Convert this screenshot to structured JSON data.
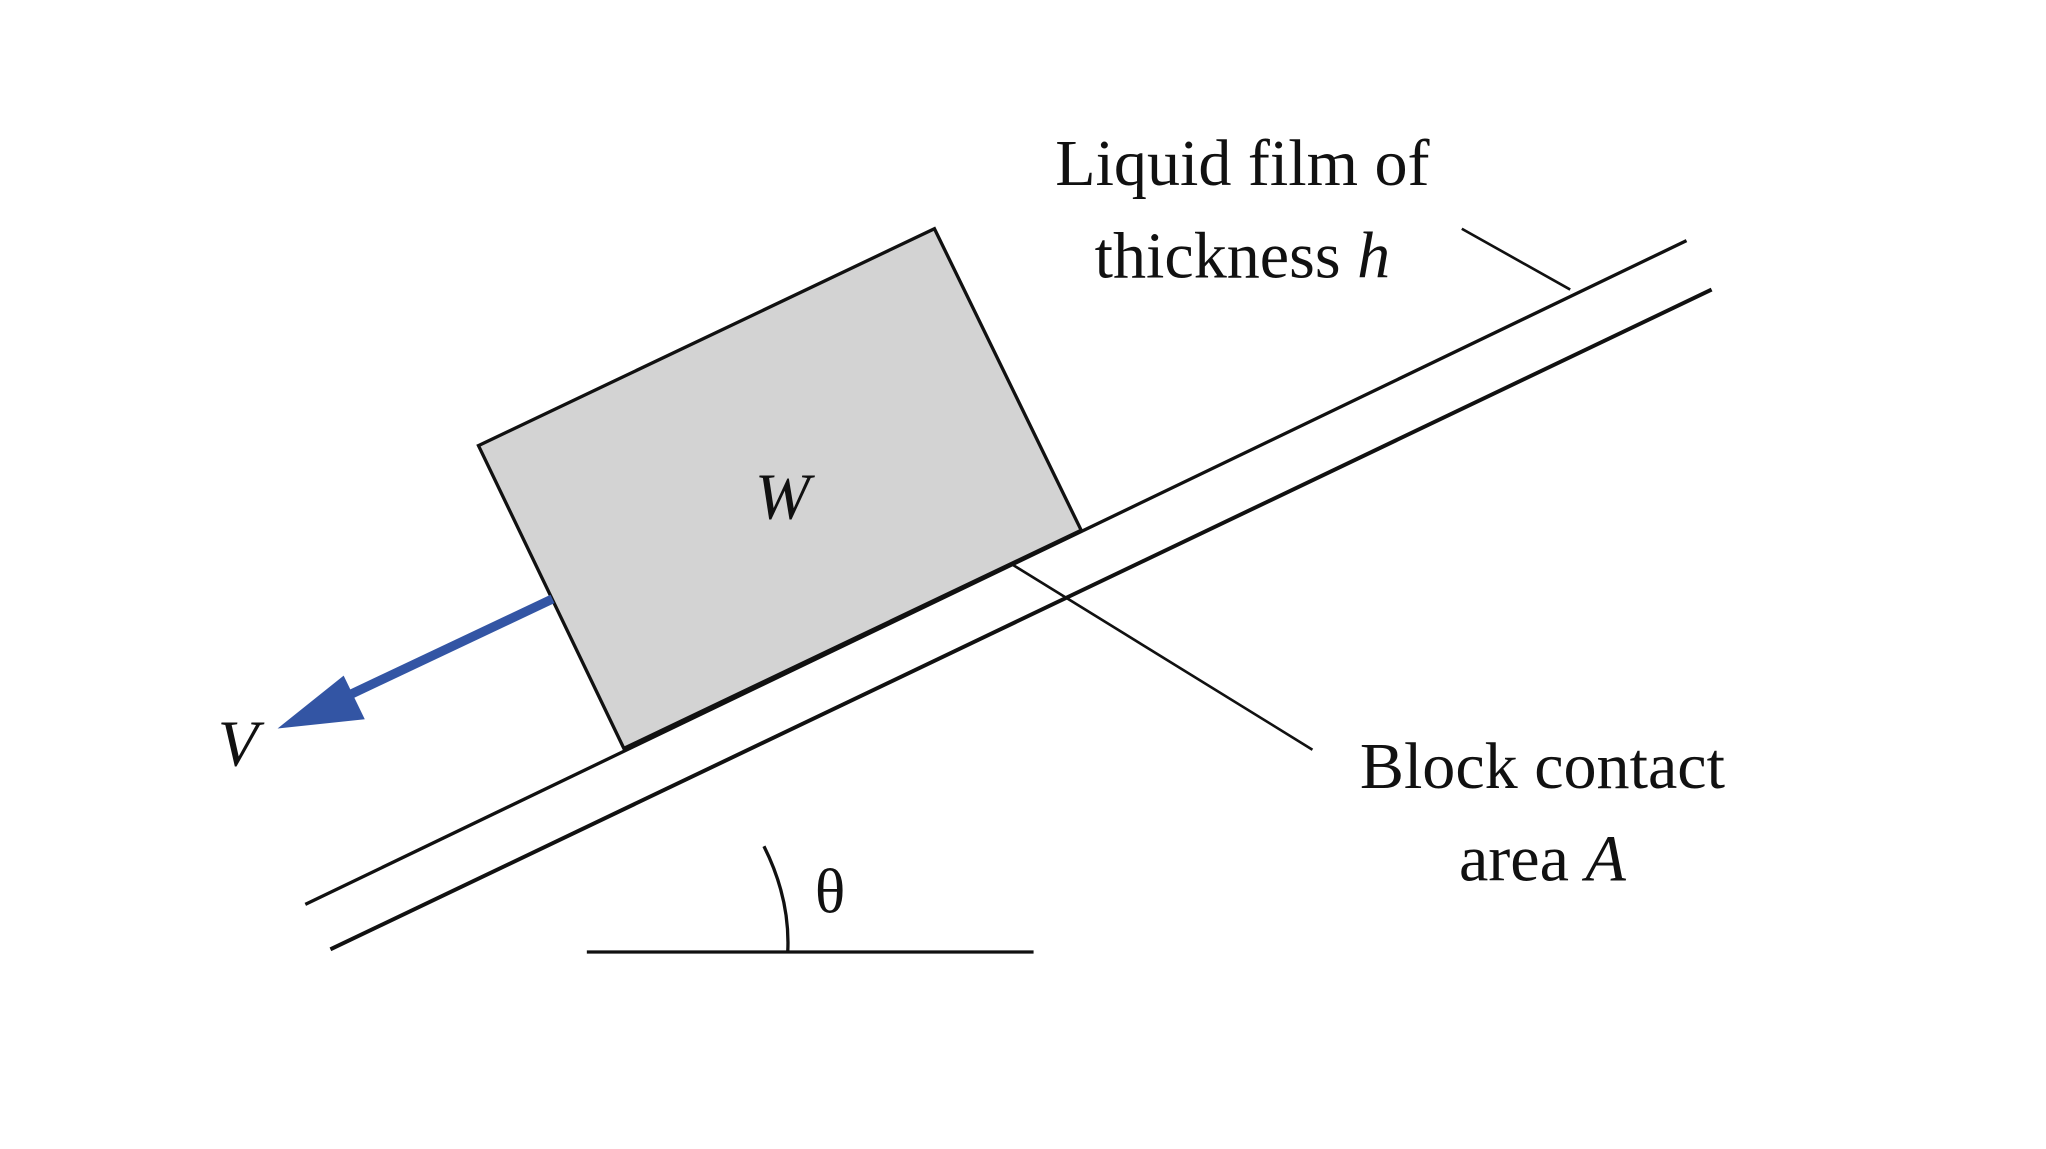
{
  "labels": {
    "liquid_film_line1": "Liquid film of",
    "liquid_film_line2_prefix": "thickness",
    "liquid_film_line2_var": "h",
    "block_contact_line1": "Block contact",
    "block_contact_line2_prefix": "area",
    "block_contact_line2_var": "A",
    "weight": "W",
    "velocity": "V",
    "angle": "θ"
  },
  "colors": {
    "block_fill": "#d3d3d3",
    "line": "#111111",
    "velocity_arrow": "#3355a4",
    "shadow": "#9a9a9a"
  }
}
